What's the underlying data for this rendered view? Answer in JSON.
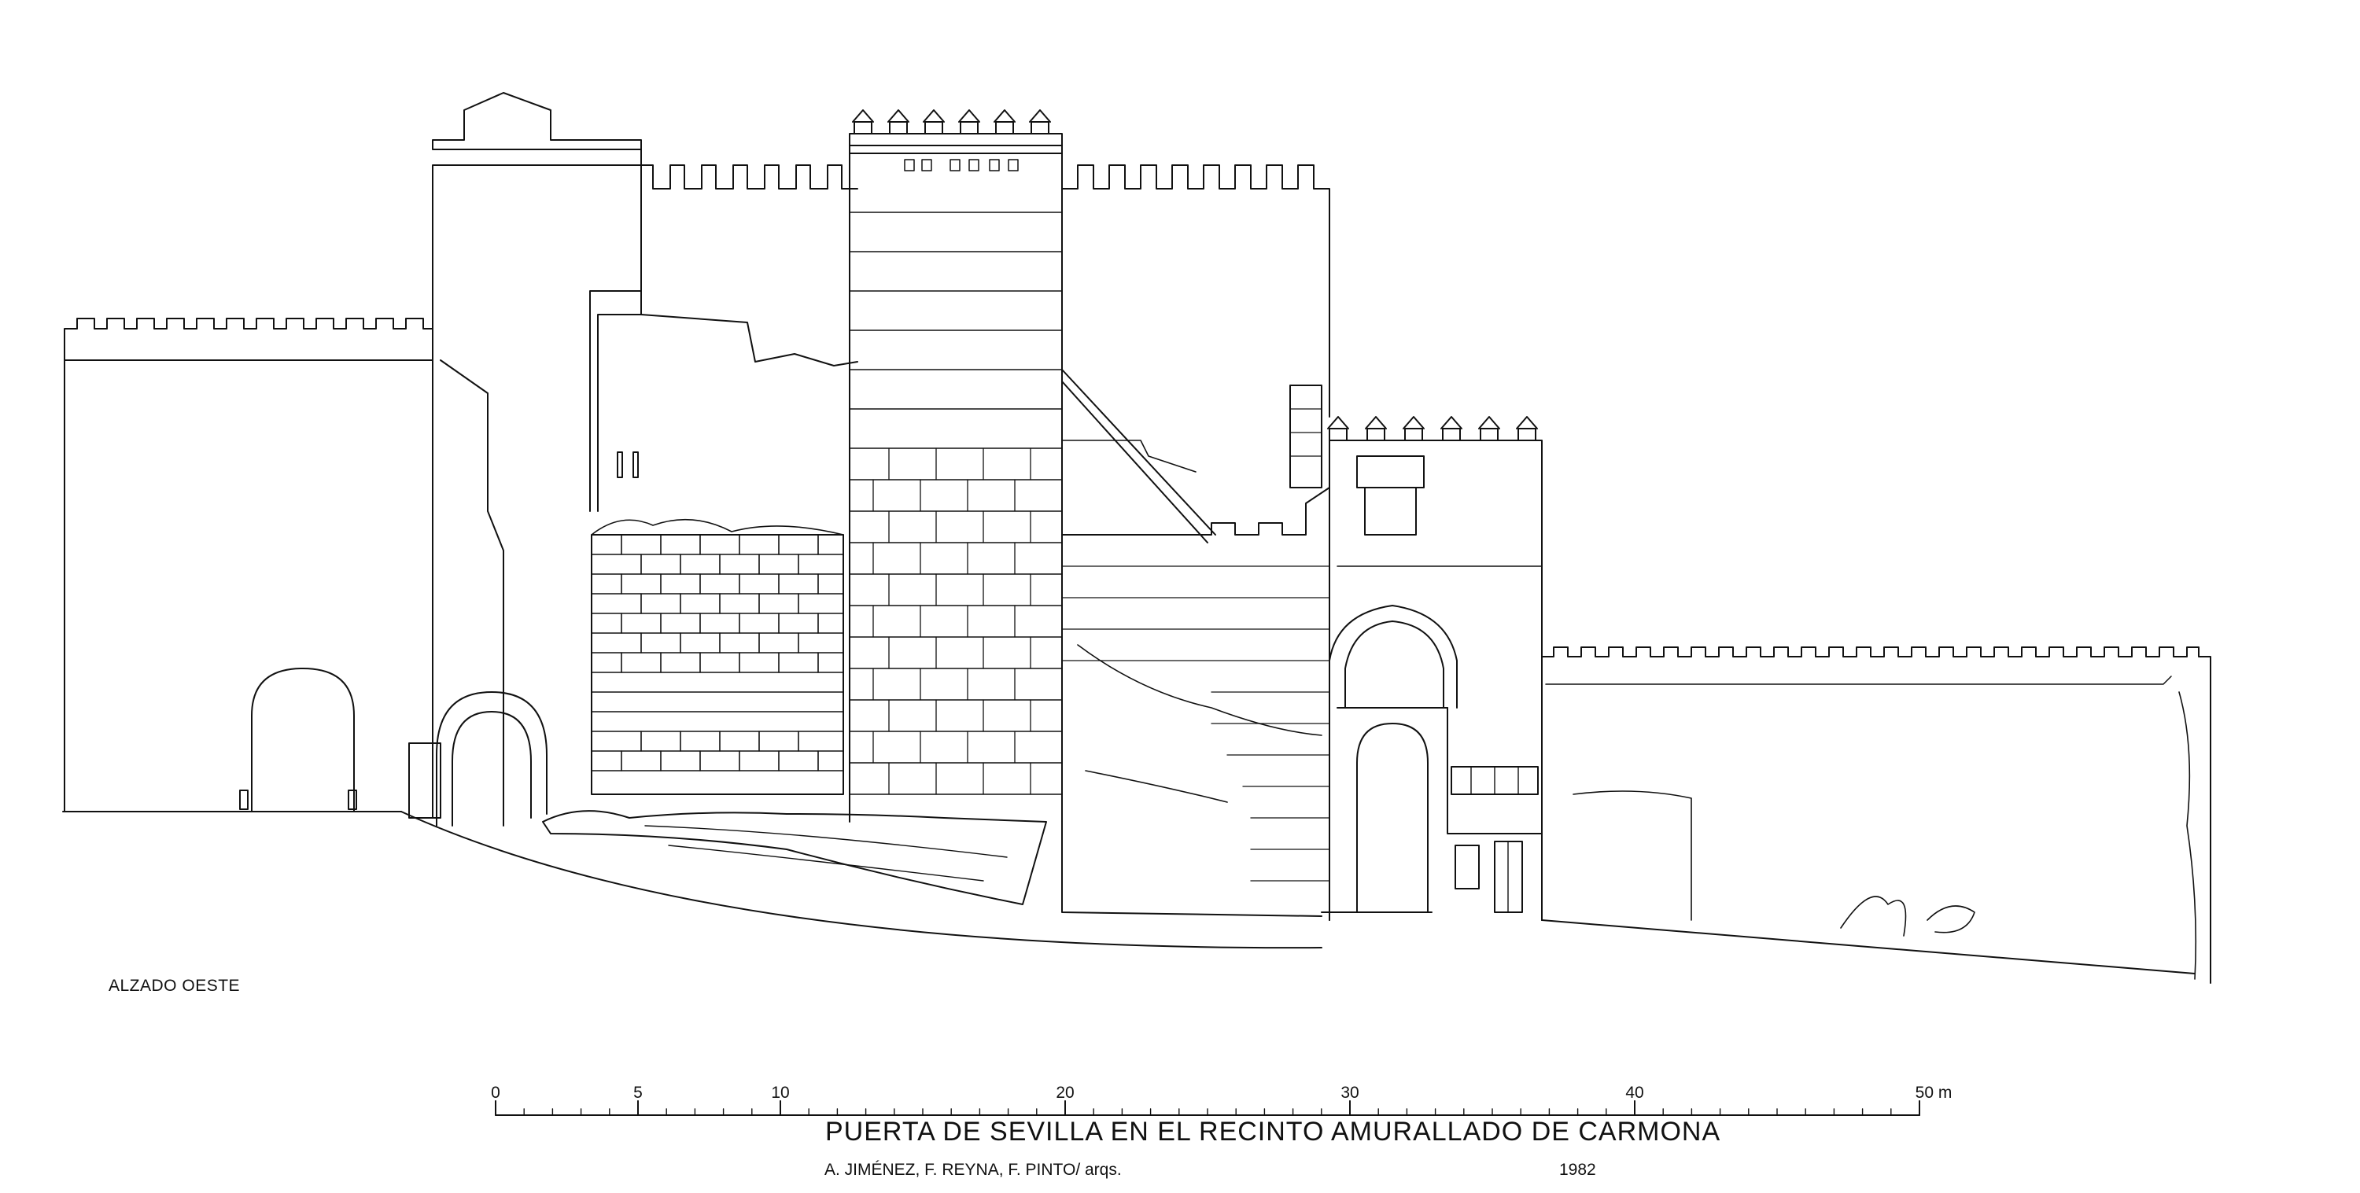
{
  "drawing": {
    "view_label": "ALZADO OESTE",
    "title": "PUERTA DE SEVILLA EN EL RECINTO AMURALLADO DE CARMONA",
    "authors": "A. JIMÉNEZ, F. REYNA, F. PINTO/ arqs.",
    "year": "1982"
  },
  "scale_bar": {
    "tick_labels": [
      "0",
      "5",
      "10",
      "20",
      "30",
      "40",
      "50 m"
    ],
    "tick_values": [
      0,
      5,
      10,
      20,
      30,
      40,
      50
    ],
    "unit": "m"
  },
  "colors": {
    "ink": "#111111",
    "paper": "#ffffff"
  }
}
